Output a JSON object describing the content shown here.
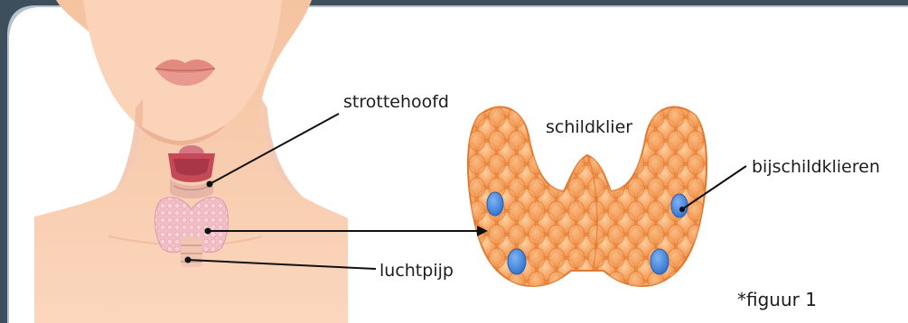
{
  "labels": {
    "larynx": "strottehoofd",
    "thyroid": "schildklier",
    "parathyroids": "bijschildklieren",
    "trachea": "luchtpijp"
  },
  "caption": "*figuur 1",
  "colors": {
    "frame_dark": "#3d4e5c",
    "skin": "#f8c9a8",
    "skin_shadow": "#e9a889",
    "lips": "#e58f84",
    "thyroid_neck": "#f1b7c1",
    "larynx_red": "#c44a58",
    "thyroid_lobe": "#f6a15c",
    "thyroid_cell_edge": "#e07a32",
    "parathyroid": "#4a8be0",
    "line": "#111111"
  }
}
